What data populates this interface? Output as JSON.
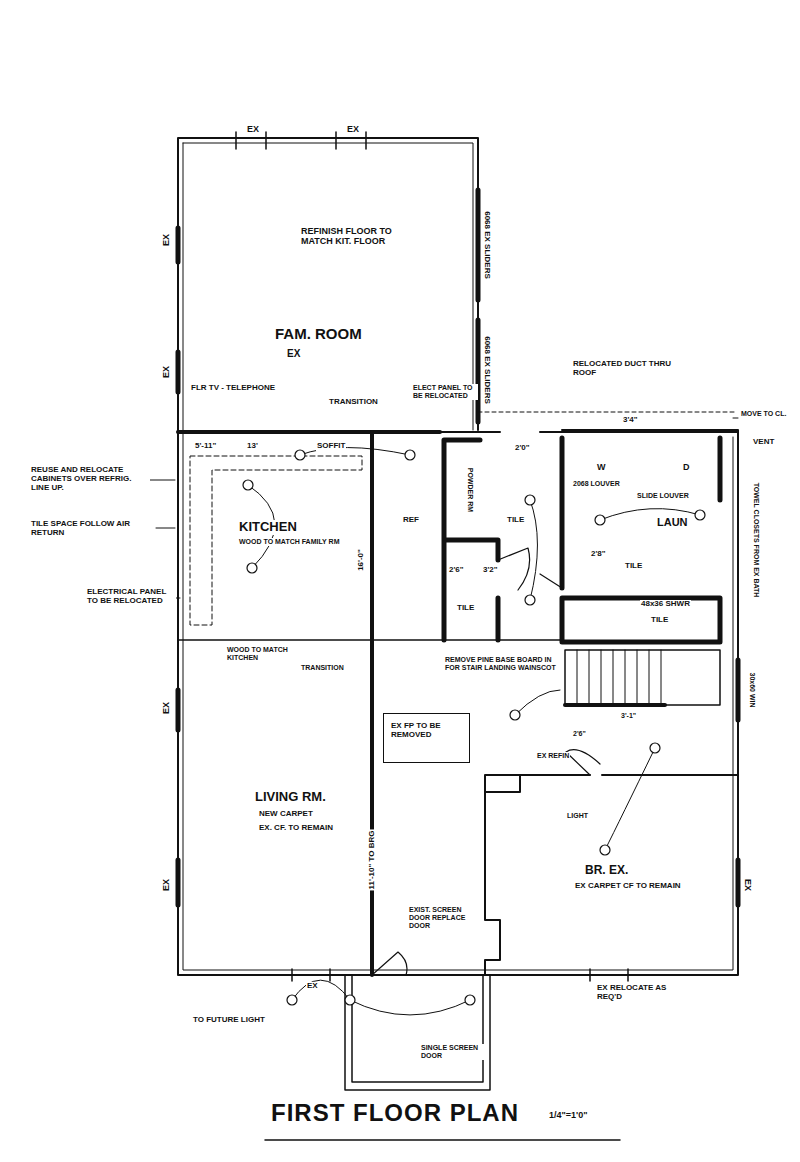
{
  "diagram": {
    "title": "FIRST FLOOR PLAN",
    "nodes": [
      {
        "text": [
          "REFINISH FLOOR TO MATCH KIT. FLOOR",
          "FAM. ROOM",
          "EX"
        ]
      },
      {
        "text": [
          "KITCHEN",
          "WOOD TO MATCH FAMILY RM"
        ]
      },
      {
        "text": [
          "LAUN"
        ]
      },
      {
        "text": [
          "LIVING RM.",
          "NEW CARPET",
          "EX. CF. TO REMAIN"
        ]
      },
      {
        "text": [
          "EX FP TO BE REMOVED"
        ],
        "in": 3
      },
      {
        "text": [
          "BR. EX.",
          "EX CARPET CF TO REMAIN"
        ]
      }
    ],
    "labels": [
      "EX",
      "EX",
      "6068 EX SLIDERS",
      "EX",
      "6068 EX SLIDERS",
      "RELOCATED DUCT THRU ROOF",
      "EX",
      "FLR TV - TELEPHONE",
      "TRANSITION",
      "ELECT PANEL TO BE RELOCATED",
      "3'4\"",
      "MOVE TO CL.",
      "VENT",
      "5'-11\"",
      "13'",
      "SOFFIT",
      "2'0\"",
      "REUSE AND RELOCATE CABINETS OVER REFRIG. LINE UP.",
      "W",
      "D",
      "POWDER RM",
      "2068 LOUVER",
      "SLIDE LOUVER",
      "REF",
      "TILE",
      "TILE SPACE FOLLOW AIR RETURN",
      "16'-0\"",
      "TOWEL CLOSETS FROM EX BATH",
      "2'8\"",
      "TILE",
      "2'6\"",
      "3'2\"",
      "ELECTRICAL PANEL TO BE RELOCATED",
      "48x36 SHWR",
      "TILE",
      "TILE",
      "WOOD TO MATCH KITCHEN",
      "REMOVE PINE BASE BOARD IN FOR STAIR LANDING WAINSCOT",
      "TRANSITION",
      "30x60 WIN",
      "EX",
      "11'-10\" TO BRG",
      "3'-1\"",
      "2'6\"",
      "EX REFIN",
      "LIGHT",
      "EX",
      "EX",
      "EXIST. SCREEN DOOR REPLACE DOOR",
      "EX",
      "EX RELOCATE AS REQ'D",
      "TO FUTURE LIGHT",
      "SINGLE SCREEN DOOR",
      "1/4\"=1'0\""
    ]
  }
}
